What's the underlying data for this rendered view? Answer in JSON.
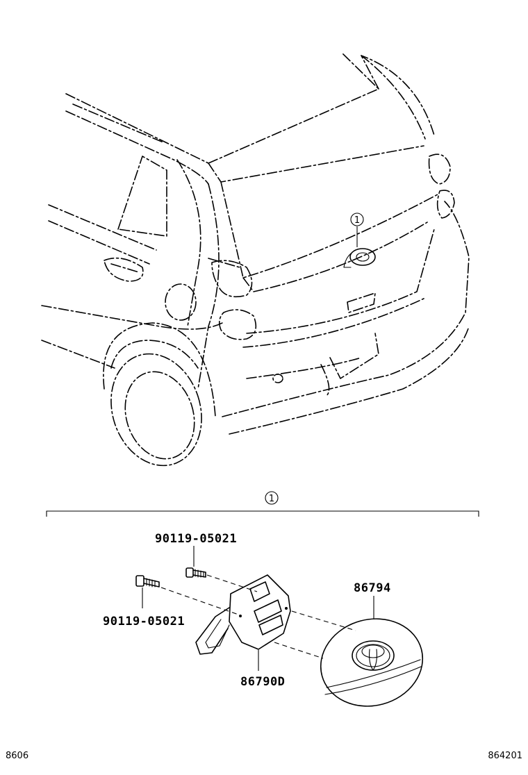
{
  "callouts": {
    "car_ref": "1",
    "group_ref": "1"
  },
  "parts": {
    "bolt_upper": "90119-05021",
    "bolt_lower": "90119-05021",
    "emblem": "86794",
    "bracket": "86790D"
  },
  "footer": {
    "left_code": "8606",
    "right_code": "864201"
  },
  "colors": {
    "ink": "#000000",
    "paper": "#ffffff"
  }
}
